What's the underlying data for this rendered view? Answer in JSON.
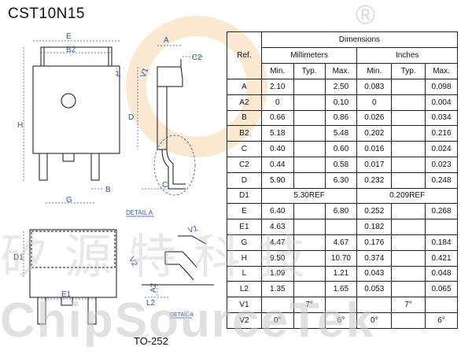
{
  "part_number": "CST10N15",
  "package_name": "TO-252",
  "registered_mark": "®",
  "watermark": {
    "brand": "ChipSourceTek",
    "cjk": "矽源特科技"
  },
  "drawing_labels": {
    "E": "E",
    "B2": "B2",
    "L": "L",
    "H": "H",
    "G": "G",
    "B": "B",
    "A": "A",
    "C2": "C2",
    "V1": "V1",
    "D": "D",
    "C": "C",
    "detail_a": "DETAIL A",
    "D1": "D1",
    "E1": "E1",
    "V2": "V2",
    "A2": "A2",
    "L2": "L2"
  },
  "table": {
    "ref_header": "Ref.",
    "dimensions_header": "Dimensions",
    "mm_header": "Millimeters",
    "inch_header": "Inches",
    "sub_headers": [
      "Min.",
      "Typ.",
      "Max.",
      "Min.",
      "Typ.",
      "Max."
    ],
    "rows": [
      {
        "ref": "A",
        "cells": [
          "2.10",
          "",
          "2.50",
          "0.083",
          "",
          "0.098"
        ]
      },
      {
        "ref": "A2",
        "cells": [
          "0",
          "",
          "0.10",
          "0",
          "",
          "0.004"
        ]
      },
      {
        "ref": "B",
        "cells": [
          "0.66",
          "",
          "0.86",
          "0.026",
          "",
          "0.034"
        ]
      },
      {
        "ref": "B2",
        "cells": [
          "5.18",
          "",
          "5.48",
          "0.202",
          "",
          "0.216"
        ]
      },
      {
        "ref": "C",
        "cells": [
          "0.40",
          "",
          "0.60",
          "0.016",
          "",
          "0.024"
        ]
      },
      {
        "ref": "C2",
        "cells": [
          "0.44",
          "",
          "0.58",
          "0.017",
          "",
          "0.023"
        ]
      },
      {
        "ref": "D",
        "cells": [
          "5.90",
          "",
          "6.30",
          "0.232",
          "",
          "0.248"
        ]
      },
      {
        "ref": "D1",
        "mm_span": "5.30REF",
        "inch_span": "0.209REF"
      },
      {
        "ref": "E",
        "cells": [
          "6.40",
          "",
          "6.80",
          "0.252",
          "",
          "0.268"
        ]
      },
      {
        "ref": "E1",
        "cells": [
          "4.63",
          "",
          "",
          "0.182",
          "",
          ""
        ]
      },
      {
        "ref": "G",
        "cells": [
          "4.47",
          "",
          "4.67",
          "0.176",
          "",
          "0.184"
        ]
      },
      {
        "ref": "H",
        "cells": [
          "9.50",
          "",
          "10.70",
          "0.374",
          "",
          "0.421"
        ]
      },
      {
        "ref": "L",
        "cells": [
          "1.09",
          "",
          "1.21",
          "0.043",
          "",
          "0.048"
        ]
      },
      {
        "ref": "L2",
        "cells": [
          "1.35",
          "",
          "1.65",
          "0.053",
          "",
          "0.065"
        ]
      },
      {
        "ref": "V1",
        "cells": [
          "",
          "7°",
          "",
          "",
          "7°",
          ""
        ]
      },
      {
        "ref": "V2",
        "cells": [
          "0°",
          "",
          "6°",
          "0°",
          "",
          "6°"
        ]
      }
    ]
  }
}
